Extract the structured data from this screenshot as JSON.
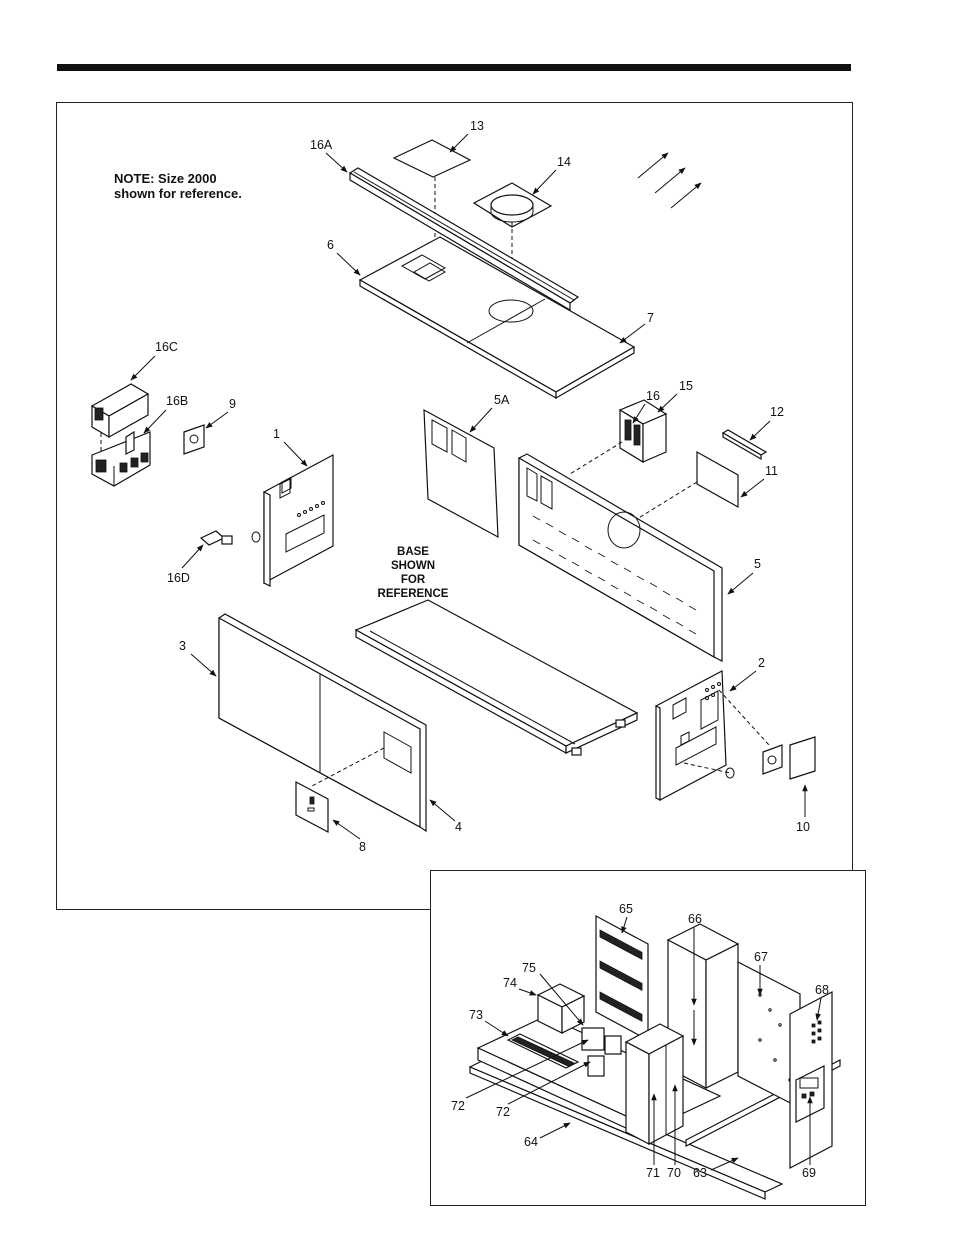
{
  "upper_diagram": {
    "note_line1": "NOTE: Size 2000",
    "note_line2": "shown for reference.",
    "base_line1": "BASE",
    "base_line2": "SHOWN",
    "base_line3": "FOR",
    "base_line4": "REFERENCE",
    "callouts": [
      "13",
      "16A",
      "14",
      "6",
      "7",
      "16C",
      "16B",
      "9",
      "1",
      "5A",
      "16",
      "15",
      "12",
      "11",
      "16D",
      "5",
      "3",
      "2",
      "4",
      "8",
      "10"
    ]
  },
  "lower_diagram": {
    "callouts": [
      "65",
      "66",
      "67",
      "68",
      "75",
      "74",
      "73",
      "72",
      "72",
      "64",
      "71",
      "70",
      "63",
      "69"
    ]
  }
}
